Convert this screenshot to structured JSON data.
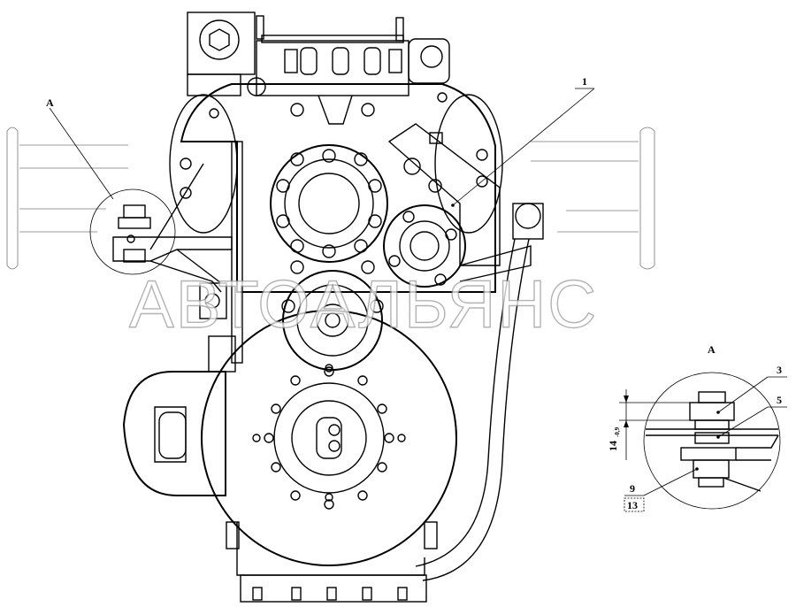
{
  "watermark": "АВТОАЛЬЯНС",
  "callouts": {
    "view_a_marker": "А",
    "view_a_title": "А",
    "item_1": "1",
    "item_3": "3",
    "item_5": "5",
    "item_9": "9",
    "item_13": "13"
  },
  "dimension": {
    "value": "14",
    "tolerance": "-0,9"
  }
}
